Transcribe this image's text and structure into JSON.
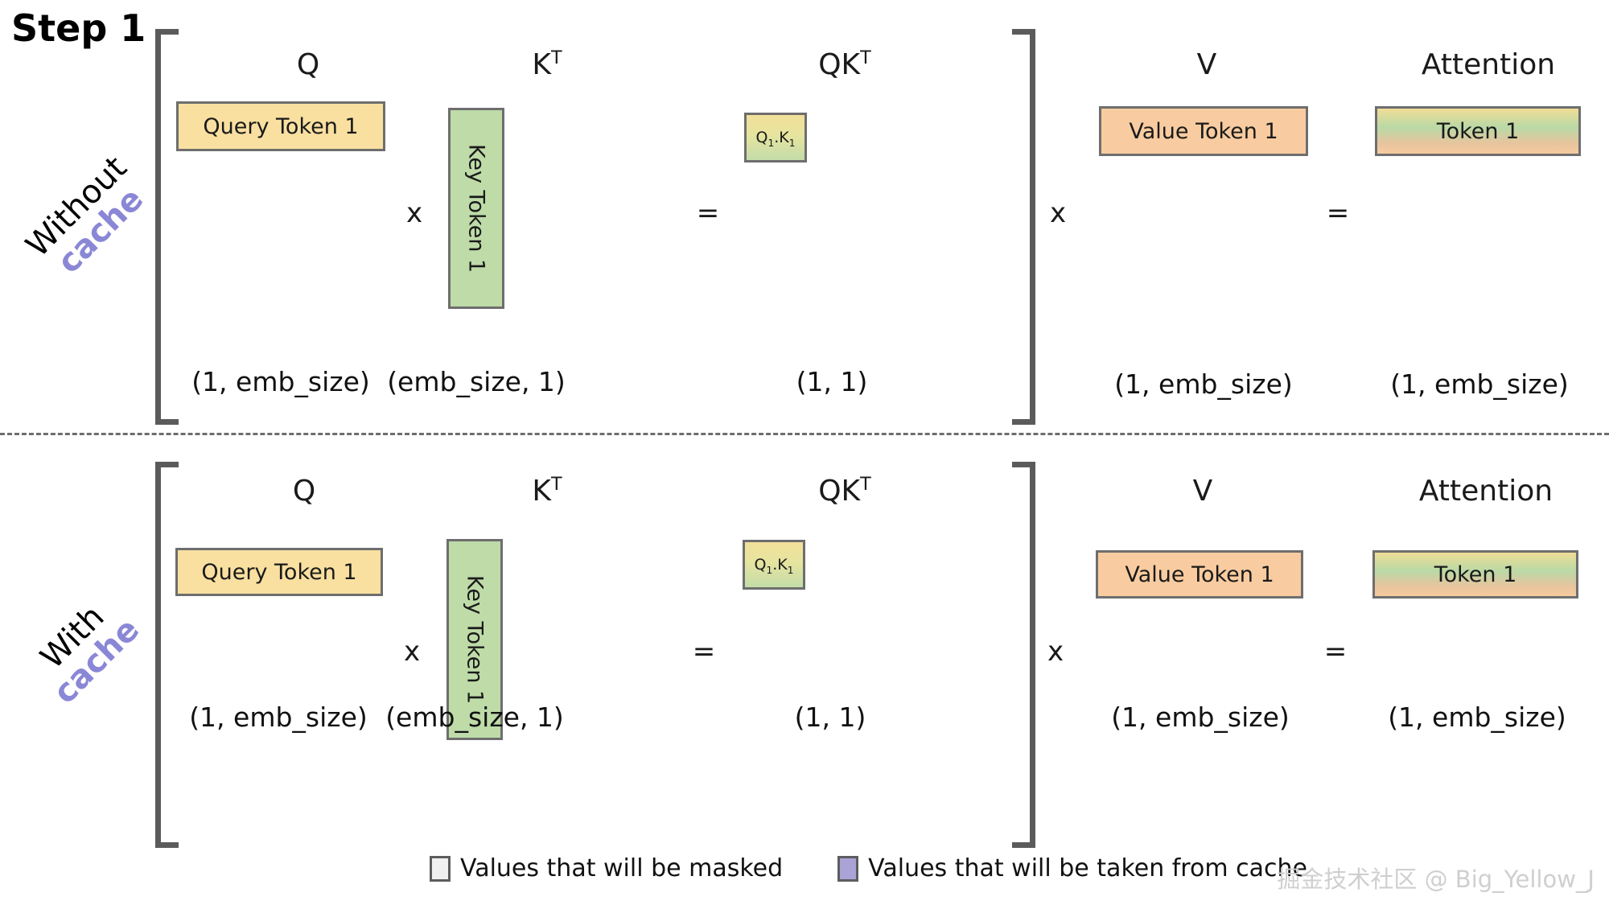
{
  "title": "Step 1",
  "rows": [
    {
      "label_top": "Without",
      "label_bottom": "cache",
      "captions": {
        "q": "Q",
        "kt": "K",
        "kt_sup": "T",
        "qkt": "QK",
        "qkt_sup": "T",
        "v": "V",
        "attention": "Attention"
      },
      "boxes": {
        "q": "Query Token 1",
        "k": "Key Token 1",
        "qk_main": "Q",
        "qk_sub1": "1",
        "qk_dot": ".K",
        "qk_sub2": "1",
        "v": "Value Token 1",
        "attention": "Token 1"
      },
      "operators": {
        "mul1": "x",
        "eq1": "=",
        "mul2": "x",
        "eq2": "="
      },
      "dims": {
        "q": "(1, emb_size)",
        "kt": "(emb_size, 1)",
        "qkt": "(1, 1)",
        "v": "(1, emb_size)",
        "attention": "(1, emb_size)"
      }
    },
    {
      "label_top": "With",
      "label_bottom": "cache",
      "captions": {
        "q": "Q",
        "kt": "K",
        "kt_sup": "T",
        "qkt": "QK",
        "qkt_sup": "T",
        "v": "V",
        "attention": "Attention"
      },
      "boxes": {
        "q": "Query Token 1",
        "k": "Key Token 1",
        "qk_main": "Q",
        "qk_sub1": "1",
        "qk_dot": ".K",
        "qk_sub2": "1",
        "v": "Value Token 1",
        "attention": "Token 1"
      },
      "operators": {
        "mul1": "x",
        "eq1": "=",
        "mul2": "x",
        "eq2": "="
      },
      "dims": {
        "q": "(1, emb_size)",
        "kt": "(emb_size, 1)",
        "qkt": "(1, 1)",
        "v": "(1, emb_size)",
        "attention": "(1, emb_size)"
      }
    }
  ],
  "legend": {
    "masked_label": "Values that will be masked",
    "cached_label": "Values that will be taken from cache"
  },
  "watermark": "掘金技术社区 @ Big_Yellow_J",
  "colors": {
    "query_box": "#f9e0a0",
    "key_box": "#bedba8",
    "value_box": "#f8cca0",
    "box_border": "#6e6e6e",
    "bracket": "#5b5b5b",
    "cache_accent": "#8a87d6",
    "masked_swatch": "#f0f0f0",
    "cached_swatch": "#a9a3d6",
    "watermark": "#cfcfcf"
  }
}
